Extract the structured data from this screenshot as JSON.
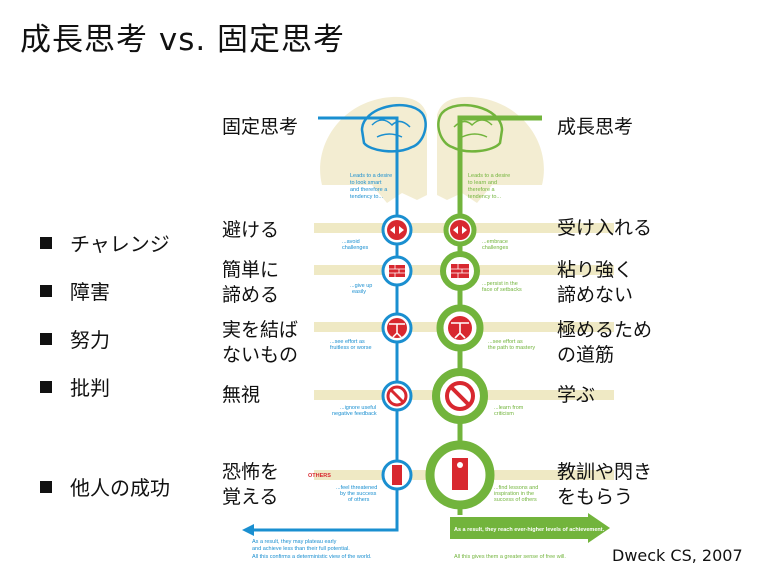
{
  "title": "成長思考 vs. 固定思考",
  "categories": [
    {
      "label": "チャレンジ"
    },
    {
      "label": "障害"
    },
    {
      "label": "努力"
    },
    {
      "label": "批判"
    },
    {
      "label": "他人の成功"
    }
  ],
  "fixed": {
    "head_label": "固定思考",
    "head_text": "Leads to a desire\nto look smart\nand therefore a\ntendency to...",
    "responses": [
      "避ける",
      "簡単に\n諦める",
      "実を結ば\nないもの",
      "無視",
      "恐怖を\n覚える"
    ],
    "small": [
      "...avoid\nchallenges",
      "...give up\neasily",
      "...see effort as\nfruitless or worse",
      "...ignore useful\nnegative feedback",
      "...feel threatened\nby the success\nof others"
    ],
    "others_tag": "OTHERS",
    "result": "As a result,  they may plateau early\nand achieve less than their full potential.",
    "confirm": "All this confirms a deterministic view of the world."
  },
  "growth": {
    "head_label": "成長思考",
    "head_text": "Leads to a desire\nto learn and\ntherefore a\ntendency to...",
    "responses": [
      "受け入れる",
      "粘り強く\n諦めない",
      "極めるため\nの道筋",
      "学ぶ",
      "教訓や閃き\nをもらう"
    ],
    "small": [
      "...embrace\nchallenges",
      "...persist in the\nface of setbacks",
      "...see effort as\nthe path to mastery",
      "...learn from\ncriticism",
      "...find lessons and\ninspiration in the\nsuccess of others"
    ],
    "result": "As a result,  they reach ever-higher levels of achievement.",
    "confirm": "All this gives them a greater sense of free will."
  },
  "citation": "Dweck CS, 2007",
  "colors": {
    "fixed": "#1a8fd0",
    "growth": "#72b43c",
    "icon": "#d8282f",
    "band": "#efe9c4"
  }
}
